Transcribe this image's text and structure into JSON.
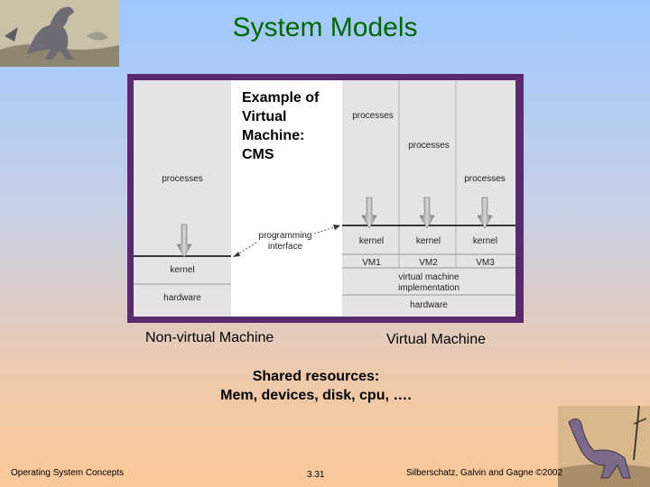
{
  "slide": {
    "title": "System Models",
    "example_lines": [
      "Example of",
      "Virtual",
      "Machine:",
      "CMS"
    ],
    "caption_left": "Non-virtual Machine",
    "caption_right": "Virtual Machine",
    "shared_lines": [
      "Shared resources:",
      "Mem, devices, disk, cpu, …."
    ]
  },
  "diagram": {
    "left": {
      "processes": "processes",
      "kernel": "kernel",
      "hardware": "hardware"
    },
    "middle": {
      "programming_interface": [
        "programming",
        "interface"
      ]
    },
    "right": {
      "processes": [
        "processes",
        "processes",
        "processes"
      ],
      "kernels": [
        "kernel",
        "kernel",
        "kernel"
      ],
      "vms": [
        "VM1",
        "VM2",
        "VM3"
      ],
      "vm_impl": [
        "virtual machine",
        "implementation"
      ],
      "hardware": "hardware"
    }
  },
  "footer": {
    "left": "Operating System Concepts",
    "center": "3.31",
    "right": "Silberschatz, Galvin and  Gagne ©2002"
  },
  "colors": {
    "title": "#006600",
    "frame": "#5a2a6e",
    "panel_gray": "#e4e4e4",
    "arrow": "#9a9a9a"
  },
  "icons": [
    "dinosaur-top-left",
    "dinosaur-bottom-right"
  ]
}
